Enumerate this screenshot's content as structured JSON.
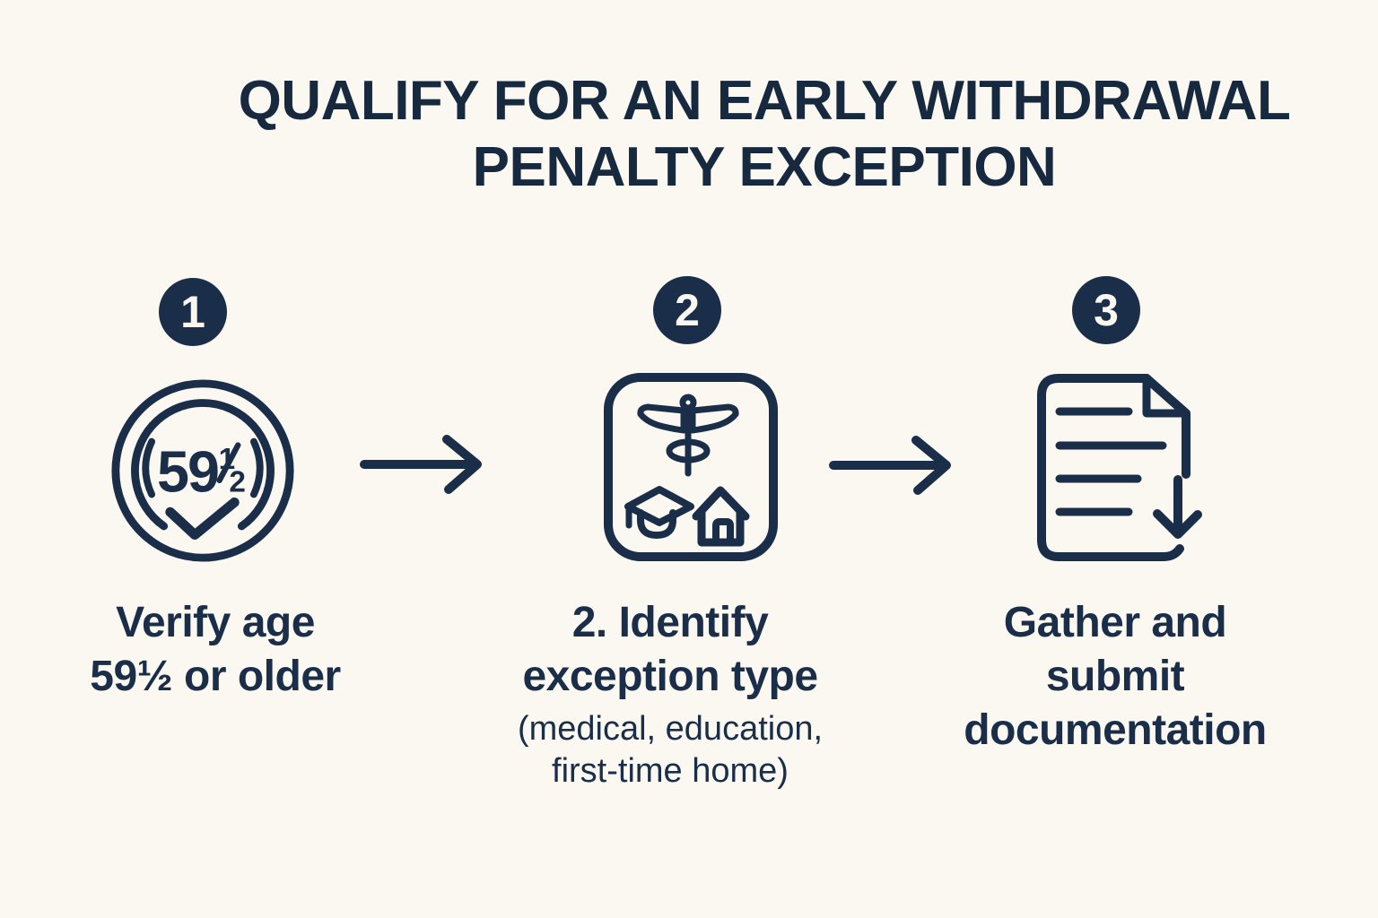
{
  "colors": {
    "background": "#faf8f0",
    "ink": "#1b2e49",
    "badge_fill": "#1b2e49",
    "badge_number": "#f9f7f0"
  },
  "title": {
    "line1": "QUALIFY FOR AN EARLY WITHDRAWAL",
    "line2": "PENALTY EXCEPTION"
  },
  "steps": [
    {
      "number": "1",
      "icon": "age-59-half-check-circle",
      "icon_text": {
        "number": "59",
        "numerator": "1",
        "denominator": "2"
      },
      "label_line1": "Verify age",
      "label_line2": "59½ or older"
    },
    {
      "number": "2",
      "icon": "exception-types-medical-education-home",
      "label_line1": "2. Identify",
      "label_line2": "exception type",
      "sub_line1": "(medical, education,",
      "sub_line2": "first-time home)"
    },
    {
      "number": "3",
      "icon": "document-download",
      "label_line1": "Gather and",
      "label_line2": "submit",
      "label_line3": "documentation"
    }
  ],
  "connectors": [
    {
      "icon": "right-arrow"
    },
    {
      "icon": "right-arrow"
    }
  ]
}
